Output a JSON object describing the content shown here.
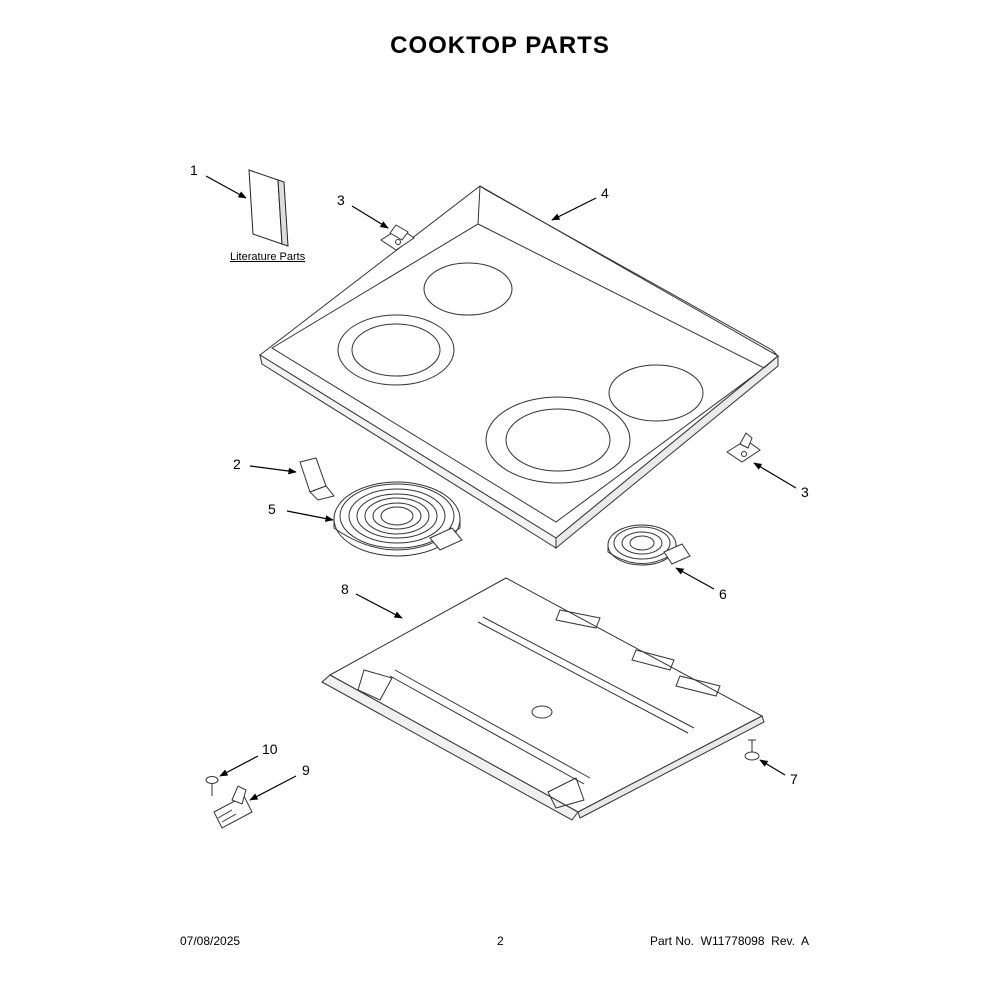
{
  "title": "COOKTOP PARTS",
  "literature_label": "Literature Parts",
  "callouts": [
    "1",
    "2",
    "3",
    "3",
    "4",
    "5",
    "6",
    "7",
    "8",
    "9",
    "10"
  ],
  "footer": {
    "date": "07/08/2025",
    "page": "2",
    "part": "Part No.  W11778098  Rev.  A"
  }
}
